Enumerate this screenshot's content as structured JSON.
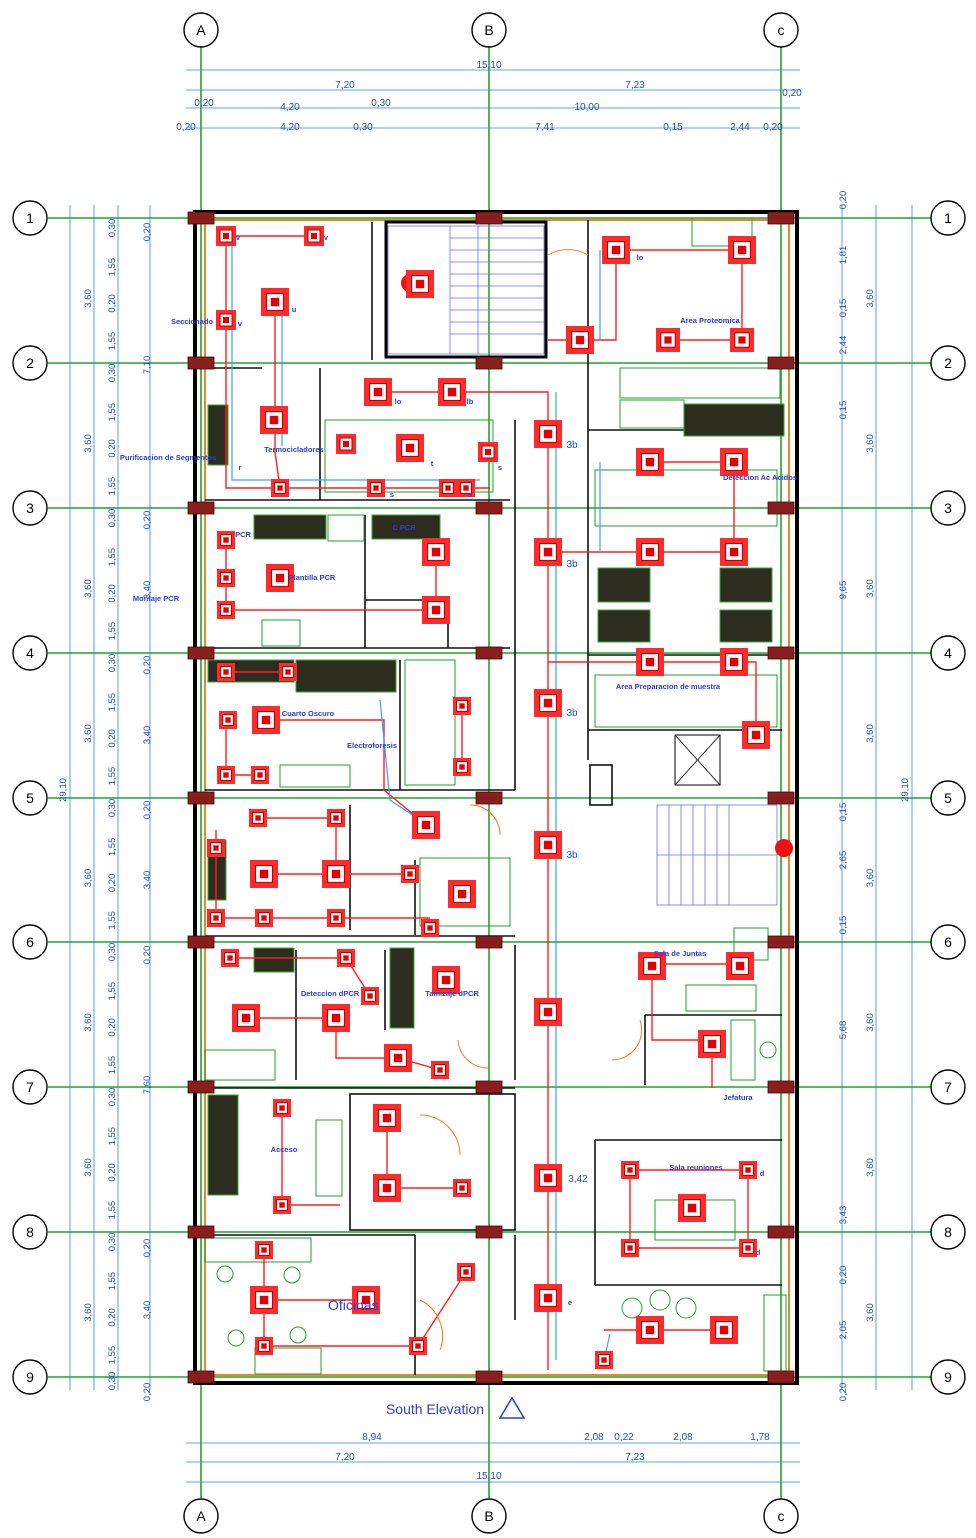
{
  "grid": {
    "columns": [
      "A",
      "B",
      "c"
    ],
    "rows": [
      "1",
      "2",
      "3",
      "4",
      "5",
      "6",
      "7",
      "8",
      "9"
    ]
  },
  "dims": {
    "top_total": "15,10",
    "top_row2": [
      "7,20",
      "7,23",
      "0,20"
    ],
    "top_row3": [
      "0,20",
      "4,20",
      "0,30",
      "10,00"
    ],
    "top_row4": [
      "0,20",
      "4,20",
      "0,30",
      "7,41",
      "0,15",
      "2,44",
      "0,20"
    ],
    "bottom_row1": [
      "8,94",
      "2,08",
      "0,22",
      "2,08",
      "1,78"
    ],
    "bottom_row2": [
      "7,20",
      "7,23"
    ],
    "bottom_total": "15,10",
    "left_total": "29,10",
    "left_bays": [
      "3,60",
      "3,60",
      "3,60",
      "3,60",
      "3,60",
      "3,60",
      "3,60",
      "3,60"
    ],
    "left_sub": [
      "0,30",
      "1,55",
      "0,20",
      "1,55",
      "0,30",
      "1,55",
      "0,20",
      "1,55",
      "0,30",
      "1,55",
      "0,20",
      "1,55",
      "0,30",
      "1,55",
      "0,20",
      "1,55",
      "0,30",
      "1,55",
      "0,20",
      "1,55",
      "0,30",
      "1,55",
      "0,20",
      "1,55",
      "0,30",
      "1,55",
      "0,20",
      "1,55",
      "0,30",
      "1,55",
      "0,20",
      "1,55",
      "0,30"
    ],
    "left_inner": [
      "0,20",
      "7,10",
      "0,20",
      "3,40",
      "0,20",
      "3,40",
      "0,20",
      "3,40",
      "0,20",
      "7,60",
      "0,20",
      "3,40",
      "0,20"
    ],
    "right_total": "29,10",
    "right_bays": [
      "3,60",
      "3,60",
      "3,60",
      "3,60",
      "3,60",
      "3,60",
      "3,60",
      "3,60"
    ],
    "right_inner": [
      "0,20",
      "1,81",
      "0,15",
      "2,44",
      "0,15",
      "9,65",
      "0,15",
      "2,65",
      "0,15",
      "5,68",
      "3,43",
      "0,20",
      "2,05",
      "0,20"
    ]
  },
  "rooms": [
    "Seccionado",
    "Termocicladores",
    "Purificacion de Segmentos",
    "Area Proteomica",
    "Deteccion Ac Acidos",
    "PCR",
    "C PCR",
    "Plantilla PCR",
    "Montaje PCR",
    "Area Preparacion de muestra",
    "Cuarto Oscuro",
    "Electroforesis",
    "Deteccion dPCR",
    "Tamizaje dPCR",
    "Sala de Juntas",
    "Jefatura",
    "Acceso",
    "Sala reuniones",
    "Oficinas"
  ],
  "fixture_tags": [
    "v",
    "v",
    "v",
    "u",
    "lo",
    "lo",
    "lb",
    "t",
    "s",
    "s",
    "s",
    "r",
    "3b",
    "3b",
    "3b",
    "3b",
    "3,42",
    "e",
    "d",
    "d"
  ],
  "footer": {
    "title": "South Elevation"
  }
}
